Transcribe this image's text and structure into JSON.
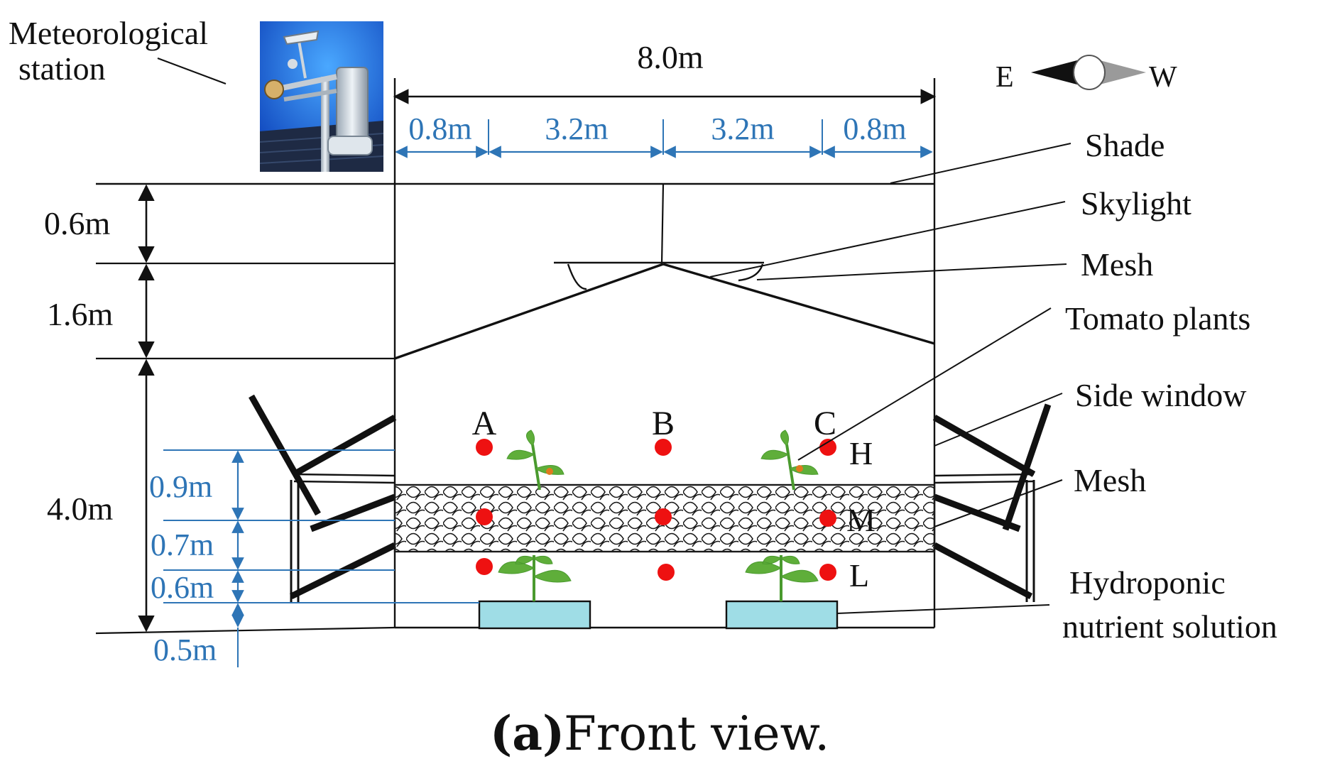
{
  "labels": {
    "station_line1": "Meteorological",
    "station_line2": "station",
    "shade": "Shade",
    "skylight": "Skylight",
    "mesh_top": "Mesh",
    "tomato_plants": "Tomato plants",
    "side_window": "Side window",
    "mesh_side": "Mesh",
    "solution_line1": "Hydroponic",
    "solution_line2": "nutrient solution",
    "compass_e": "E",
    "compass_w": "W"
  },
  "dimensions": {
    "total_width": "8.0m",
    "w1": "0.8m",
    "w2": "3.2m",
    "w3": "3.2m",
    "w4": "0.8m",
    "h_shade": "0.6m",
    "h_roof": "1.6m",
    "h_wall": "4.0m",
    "s_high": "0.9m",
    "s_mid": "0.7m",
    "s_low": "0.6m",
    "s_base": "0.5m"
  },
  "points": {
    "cols": [
      "A",
      "B",
      "C"
    ],
    "rows": [
      "H",
      "M",
      "L"
    ]
  },
  "caption": {
    "tag": "(a)",
    "text": "Front view."
  },
  "colors": {
    "dimension_blue": "#2e75b6",
    "sample_point_red": "#ee1111",
    "solution_tank": "#9fdde6",
    "plant_green": "#4a9a2e"
  }
}
